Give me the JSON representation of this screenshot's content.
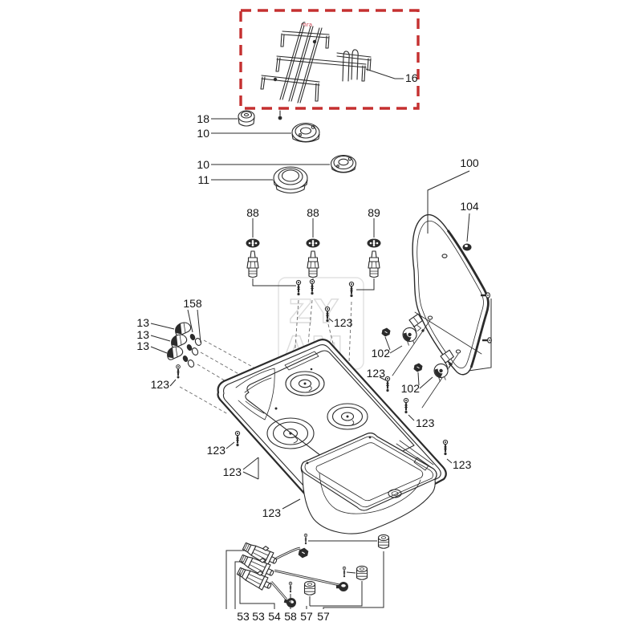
{
  "diagram": {
    "highlight_box_color": "#c53030",
    "line_color": "#2b2b2b",
    "watermark_color": "#dcdcdc"
  },
  "watermark": {
    "line1": "ZY",
    "line2": "AM",
    "corner_mark": "mra"
  },
  "part_labels": [
    {
      "part": "16",
      "text": "16"
    },
    {
      "part": "18",
      "text": "18"
    },
    {
      "part": "10a",
      "text": "10"
    },
    {
      "part": "10b",
      "text": "10"
    },
    {
      "part": "11",
      "text": "11"
    },
    {
      "part": "88a",
      "text": "88"
    },
    {
      "part": "88b",
      "text": "88"
    },
    {
      "part": "89",
      "text": "89"
    },
    {
      "part": "100",
      "text": "100"
    },
    {
      "part": "104",
      "text": "104"
    },
    {
      "part": "158",
      "text": "158"
    },
    {
      "part": "13a",
      "text": "13"
    },
    {
      "part": "13b",
      "text": "13"
    },
    {
      "part": "13c",
      "text": "13"
    },
    {
      "part": "123a",
      "text": "123"
    },
    {
      "part": "123b",
      "text": "123"
    },
    {
      "part": "123c",
      "text": "123"
    },
    {
      "part": "123d",
      "text": "123"
    },
    {
      "part": "123e",
      "text": "123"
    },
    {
      "part": "123f",
      "text": "123"
    },
    {
      "part": "123g",
      "text": "123"
    },
    {
      "part": "123h",
      "text": "123"
    },
    {
      "part": "102a",
      "text": "102"
    },
    {
      "part": "102b",
      "text": "102"
    },
    {
      "part": "53a",
      "text": "53"
    },
    {
      "part": "53b",
      "text": "53"
    },
    {
      "part": "54",
      "text": "54"
    },
    {
      "part": "58",
      "text": "58"
    },
    {
      "part": "57a",
      "text": "57"
    },
    {
      "part": "57b",
      "text": "57"
    }
  ]
}
